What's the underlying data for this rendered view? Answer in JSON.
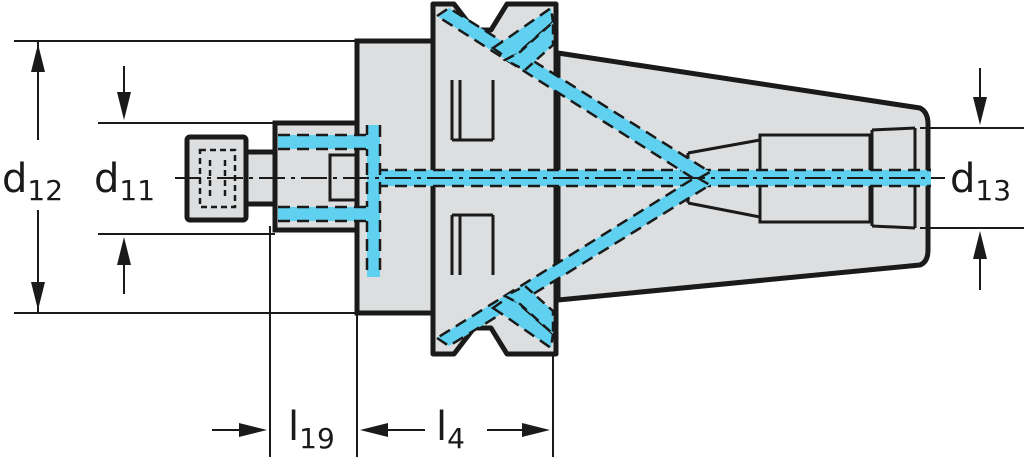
{
  "colors": {
    "body_fill": "#dcdedf",
    "outline": "#1a1a1a",
    "coolant": "#5fd0ef",
    "background": "#ffffff"
  },
  "dimensions": {
    "d12": {
      "main": "d",
      "sub": "12"
    },
    "d11": {
      "main": "d",
      "sub": "11"
    },
    "d13": {
      "main": "d",
      "sub": "13"
    },
    "l19": {
      "main": "l",
      "sub": "19"
    },
    "l4": {
      "main": "l",
      "sub": "4"
    }
  }
}
